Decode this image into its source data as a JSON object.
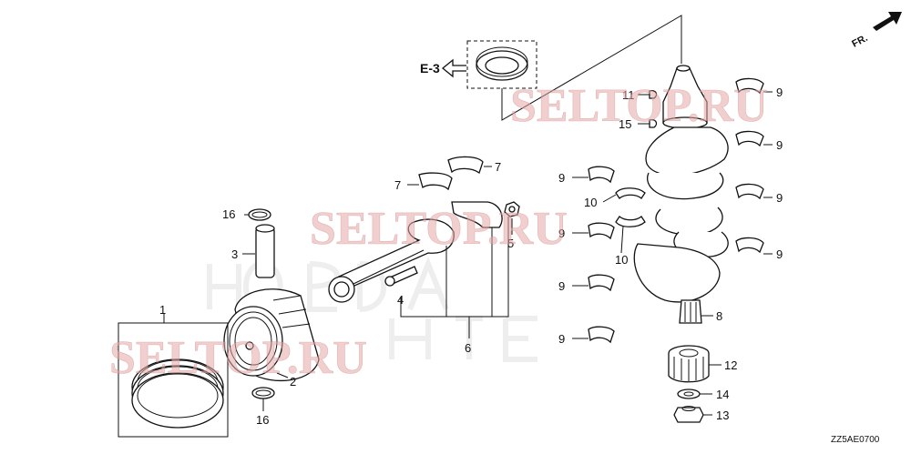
{
  "diagram": {
    "code": "ZZ5AE0700",
    "direction_label": "FR.",
    "ref_label": "E-3"
  },
  "watermark": {
    "text": "SELTOP.RU"
  },
  "callouts": [
    {
      "id": "c1",
      "label": "1"
    },
    {
      "id": "c2",
      "label": "2"
    },
    {
      "id": "c3",
      "label": "3"
    },
    {
      "id": "c4",
      "label": "4"
    },
    {
      "id": "c5",
      "label": "5"
    },
    {
      "id": "c6",
      "label": "6"
    },
    {
      "id": "c7a",
      "label": "7"
    },
    {
      "id": "c7b",
      "label": "7"
    },
    {
      "id": "c8",
      "label": "8"
    },
    {
      "id": "c9a",
      "label": "9"
    },
    {
      "id": "c9b",
      "label": "9"
    },
    {
      "id": "c9c",
      "label": "9"
    },
    {
      "id": "c9d",
      "label": "9"
    },
    {
      "id": "c9e",
      "label": "9"
    },
    {
      "id": "c9f",
      "label": "9"
    },
    {
      "id": "c9g",
      "label": "9"
    },
    {
      "id": "c9h",
      "label": "9"
    },
    {
      "id": "c10a",
      "label": "10"
    },
    {
      "id": "c10b",
      "label": "10"
    },
    {
      "id": "c11",
      "label": "11"
    },
    {
      "id": "c12",
      "label": "12"
    },
    {
      "id": "c13",
      "label": "13"
    },
    {
      "id": "c14",
      "label": "14"
    },
    {
      "id": "c15",
      "label": "15"
    },
    {
      "id": "c16a",
      "label": "16"
    },
    {
      "id": "c16b",
      "label": "16"
    }
  ]
}
